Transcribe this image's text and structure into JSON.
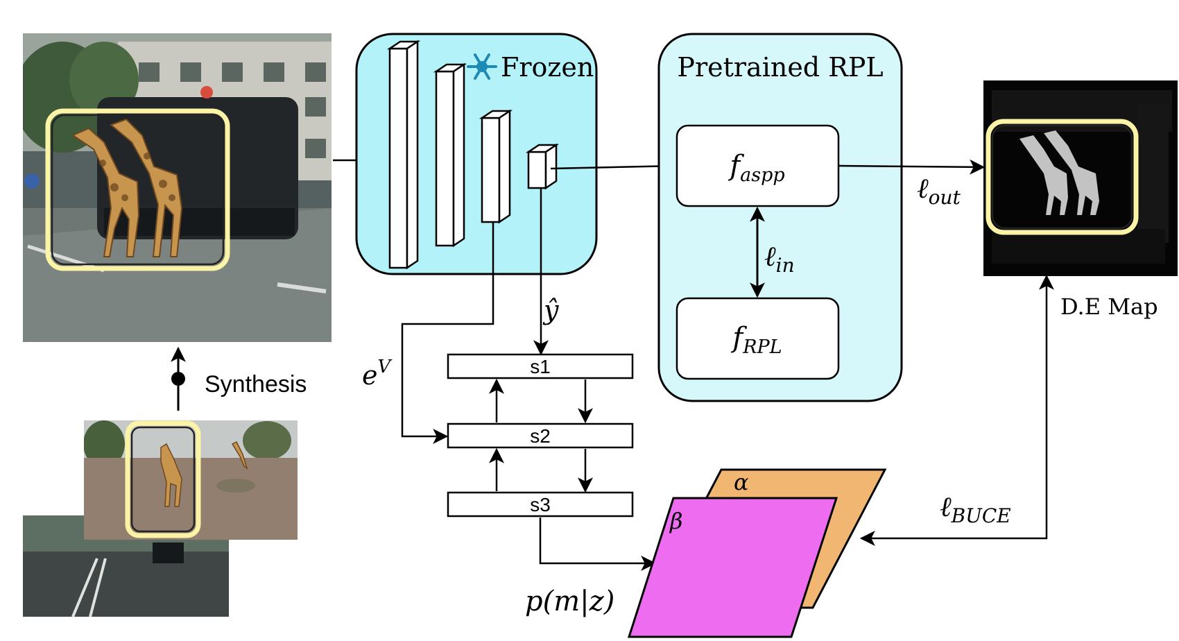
{
  "frozen_block": {
    "label": "Frozen",
    "icon": "snowflake-icon"
  },
  "rpl_block": {
    "title": "Pretrained RPL",
    "aspp_base": "f",
    "aspp_sub": "aspp",
    "rpl_base": "f",
    "rpl_sub": "RPL"
  },
  "losses": {
    "l_out_sub": "out",
    "l_in_sub": "in",
    "l_buce_sub": "BUCE",
    "ell": "ℓ"
  },
  "labels": {
    "synthesis": "Synthesis",
    "de_map": "D.E Map",
    "y_hat": "ŷ",
    "e_base": "e",
    "e_sup": "V",
    "p_m_z": "p(m|z)",
    "alpha": "α",
    "beta": "β"
  },
  "steps": [
    "s1",
    "s2",
    "s3"
  ],
  "colors": {
    "frozen_fill": "#b2f2f8",
    "rpl_fill": "#d6f8fb",
    "highlight": "#fbf3a6",
    "alpha_fill": "#f2b673",
    "beta_fill": "#ee6cf0"
  }
}
